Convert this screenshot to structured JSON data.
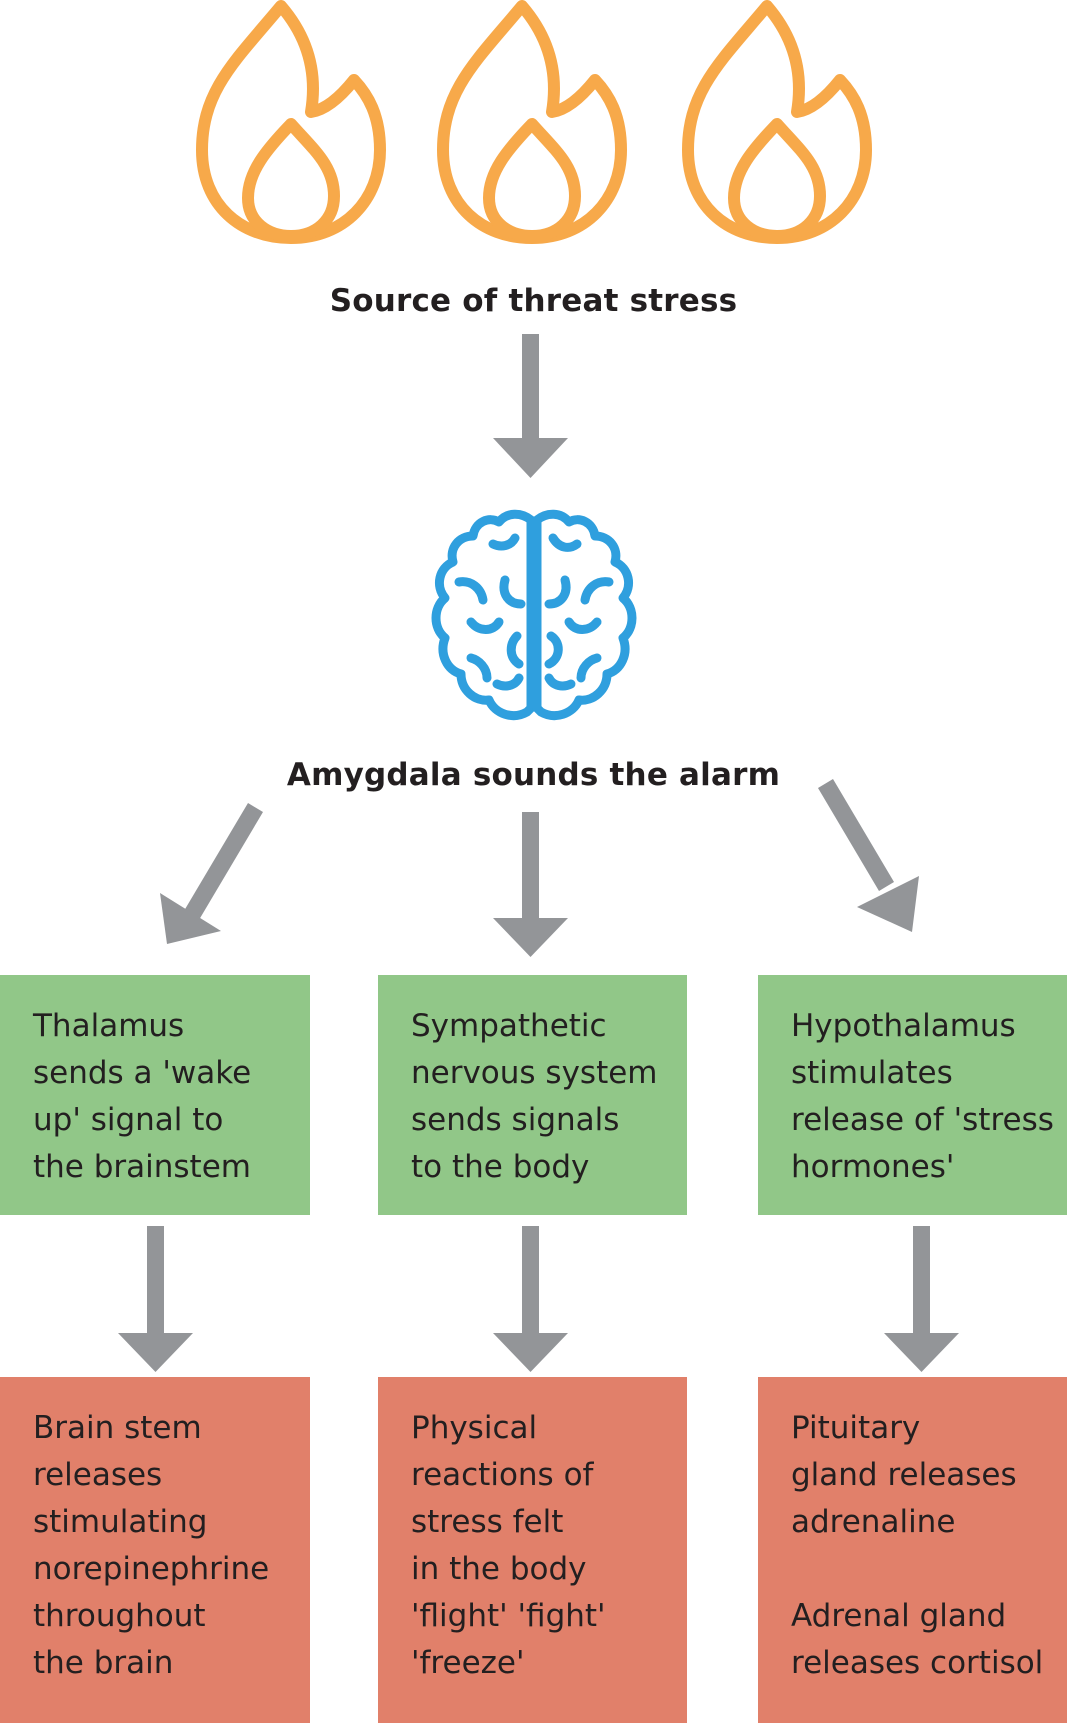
{
  "colors": {
    "flame": "#f7a94a",
    "brain": "#2f9fde",
    "arrow": "#939598",
    "green_box": "#91c788",
    "red_box": "#e1806a",
    "text": "#231f20"
  },
  "icons": {
    "flames": [
      "flame-icon",
      "flame-icon",
      "flame-icon"
    ],
    "brain": "brain-icon"
  },
  "headings": {
    "source": "Source of threat stress",
    "amygdala": "Amygdala sounds the alarm"
  },
  "columns": [
    {
      "green": {
        "lines": [
          "Thalamus",
          "sends a 'wake",
          "up' signal to",
          "the brainstem"
        ]
      },
      "red": {
        "lines": [
          "Brain stem",
          "releases",
          "stimulating",
          "norepinephrine",
          "throughout",
          "the brain"
        ]
      }
    },
    {
      "green": {
        "lines": [
          "Sympathetic",
          "nervous system",
          "sends signals",
          "to the body"
        ]
      },
      "red": {
        "lines": [
          "Physical",
          "reactions of",
          "stress felt",
          "in the body",
          "'flight' 'fight'",
          "'freeze'"
        ]
      }
    },
    {
      "green": {
        "lines": [
          "Hypothalamus",
          "stimulates",
          "release of 'stress",
          "hormones'"
        ]
      },
      "red": {
        "lines": [
          "Pituitary",
          "gland releases",
          "adrenaline",
          "",
          "Adrenal gland",
          "releases cortisol"
        ]
      }
    }
  ]
}
